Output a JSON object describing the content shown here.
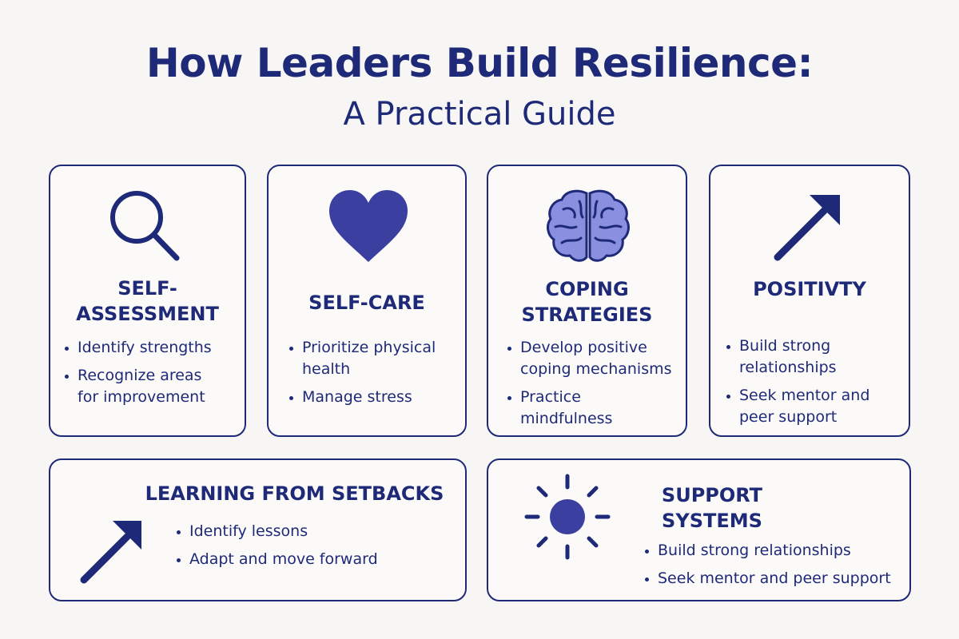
{
  "header": {
    "title": "How Leaders Build Resilience:",
    "subtitle": "A Practical Guide"
  },
  "colors": {
    "primary": "#1e2a78",
    "icon_fill": "#3a3fa0",
    "brain_fill": "#8b8fe0",
    "background": "#f7f6f4"
  },
  "cards": {
    "self_assessment": {
      "icon": "magnifying-glass-icon",
      "title_line1": "SELF-",
      "title_line2": "ASSESSMENT",
      "bullet1_l1": "Identify strengths",
      "bullet2_l1": "Recognize areas",
      "bullet2_l2": "for improvement"
    },
    "self_care": {
      "icon": "heart-icon",
      "title": "SELF-CARE",
      "bullet1_l1": "Prioritize physical",
      "bullet1_l2": "health",
      "bullet2_l1": "Manage stress"
    },
    "coping": {
      "icon": "brain-icon",
      "title_line1": "COPING",
      "title_line2": "STRATEGIES",
      "bullet1_l1": "Develop positive",
      "bullet1_l2": "coping mechanisms",
      "bullet2_l1": "Practice",
      "bullet2_l2": "mindfulness"
    },
    "positivity": {
      "icon": "arrow-up-right-icon",
      "title": "POSITIVTY",
      "bullet1_l1": "Build strong",
      "bullet1_l2": "relationships",
      "bullet2_l1": "Seek mentor and",
      "bullet2_l2": "peer support"
    },
    "setbacks": {
      "icon": "arrow-up-right-icon",
      "title": "LEARNING FROM SETBACKS",
      "bullet1_l1": "Identify lessons",
      "bullet2_l1": "Adapt and move forward"
    },
    "support": {
      "icon": "sun-icon",
      "title_line1": "SUPPORT",
      "title_line2": "SYSTEMS",
      "bullet1_l1": "Build strong relationships",
      "bullet2_l1": "Seek mentor and peer support"
    }
  }
}
